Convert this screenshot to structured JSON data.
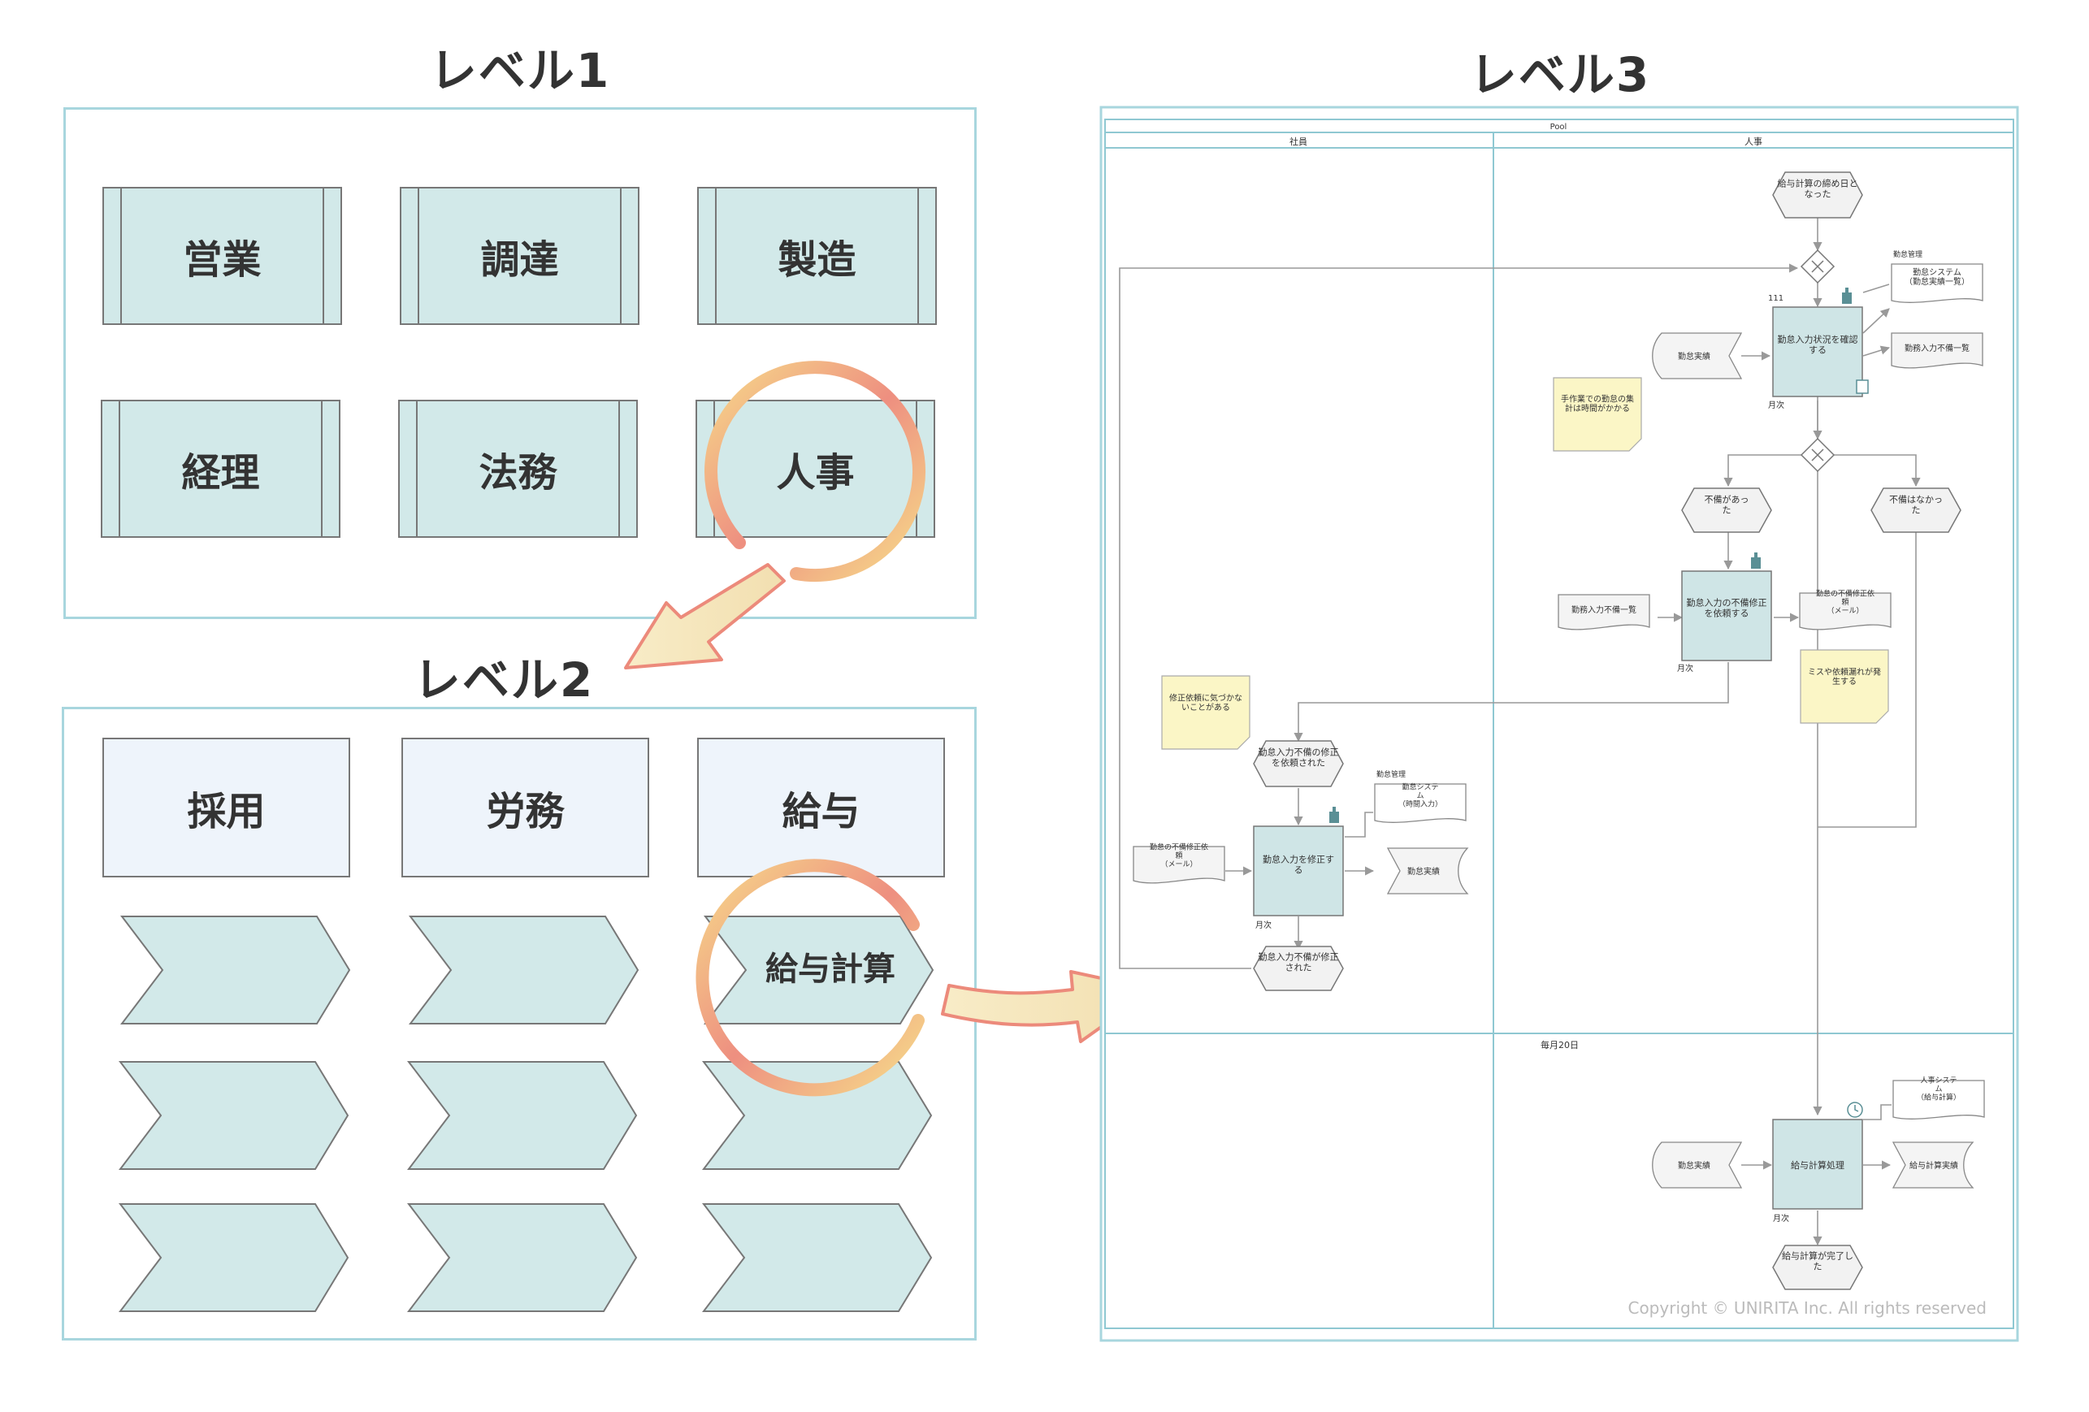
{
  "headings": {
    "level1": "レベル1",
    "level2": "レベル2",
    "level3": "レベル3"
  },
  "level1": {
    "items": [
      "営業",
      "調達",
      "製造",
      "経理",
      "法務",
      "人事"
    ]
  },
  "level2": {
    "categories": [
      "採用",
      "労務",
      "給与"
    ],
    "chevron_label": "給与計算"
  },
  "level3": {
    "pool": "Pool",
    "lanes": [
      "社員",
      "人事"
    ],
    "events": {
      "start": "給与計算の締め日と\nなった",
      "has_defect": "不備があっ\nた",
      "no_defect": "不備はなかっ\nた",
      "requested": "勤怠入力不備の修正\nを依頼された",
      "corrected": "勤怠入力不備が修正\nされた",
      "end": "給与計算が完了し\nた"
    },
    "tasks": {
      "check": "勤怠入力状況を確認\nする",
      "request": "勤怠入力の不備修正\nを依頼する",
      "fix": "勤怠入力を修正す\nる",
      "payroll": "給与計算処理"
    },
    "task_id": "111",
    "freq": {
      "monthly": "月次",
      "every20": "毎月20日"
    },
    "docs": {
      "attendance_in": "勤怠実績",
      "attendance_in2": "勤怠実績",
      "attendance_in3": "勤怠実績",
      "defect_list_out": "勤務入力不備一覧",
      "defect_list_in": "勤務入力不備一覧",
      "request_mail_out": "勤怠の不備修正依\n頼\n（メール）",
      "request_mail_in": "勤怠の不備修正依\n頼\n（メール）",
      "attendance_out": "勤怠実績",
      "payroll_result": "給与計算実績"
    },
    "systems": {
      "sys1_group": "勤怠管理",
      "sys1": "勤怠システム\n（勤怠実績一覧）",
      "sys2_group": "勤怠管理",
      "sys2": "勤怠システ\nム\n（時間入力）",
      "sys3": "人事システ\nム\n（給与計算）"
    },
    "notes": {
      "note1": "手作業での勤怠の集\n計は時間がかかる",
      "note2": "ミスや依頼漏れが発\n生する",
      "note3": "修正依頼に気づかな\nいことがある"
    },
    "copyright": "Copyright © UNIRITA Inc. All rights reserved"
  },
  "colors": {
    "panel_border": "#a8d6de",
    "process_fill": "#d2e9e9",
    "category_fill": "#eef4fb",
    "note_fill": "#fbf6c6"
  }
}
